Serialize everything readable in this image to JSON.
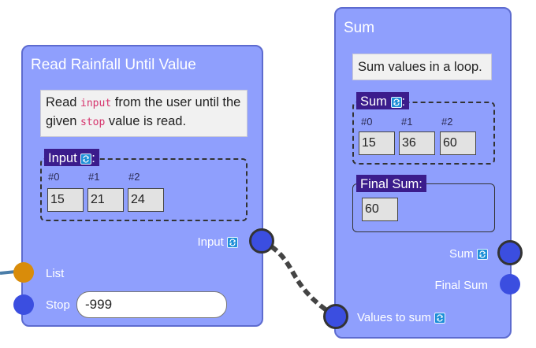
{
  "rain_node": {
    "title": "Read Rainfall Until Value",
    "desc_parts": [
      "Read ",
      "input",
      " from the user until the given ",
      "stop",
      " value is read."
    ],
    "array_label": "Input",
    "colon": ":",
    "indices": [
      "#0",
      "#1",
      "#2"
    ],
    "values": [
      "15",
      "21",
      "24"
    ],
    "output_port_label": "Input",
    "list_port_label": "List",
    "stop_port_label": "Stop",
    "stop_value": "-999"
  },
  "sum_node": {
    "title": "Sum",
    "desc": "Sum values in a loop.",
    "array_label": "Sum",
    "colon": ":",
    "indices": [
      "#0",
      "#1",
      "#2"
    ],
    "values": [
      "15",
      "36",
      "60"
    ],
    "final_label": "Final Sum:",
    "final_value": "60",
    "sum_port_label": "Sum",
    "final_port_label": "Final Sum",
    "input_port_label": "Values to sum"
  },
  "colors": {
    "node_bg": "#8f9ffd",
    "node_border": "#5d6bcf",
    "port_blue": "#3b4ee0",
    "port_orange": "#d98c0a",
    "chip_purple": "#3b1c8c",
    "icon_blue": "#1e8fd8",
    "wire": "#444444",
    "list_wire": "#4a7da8"
  },
  "icons": [
    "refresh-icon"
  ]
}
